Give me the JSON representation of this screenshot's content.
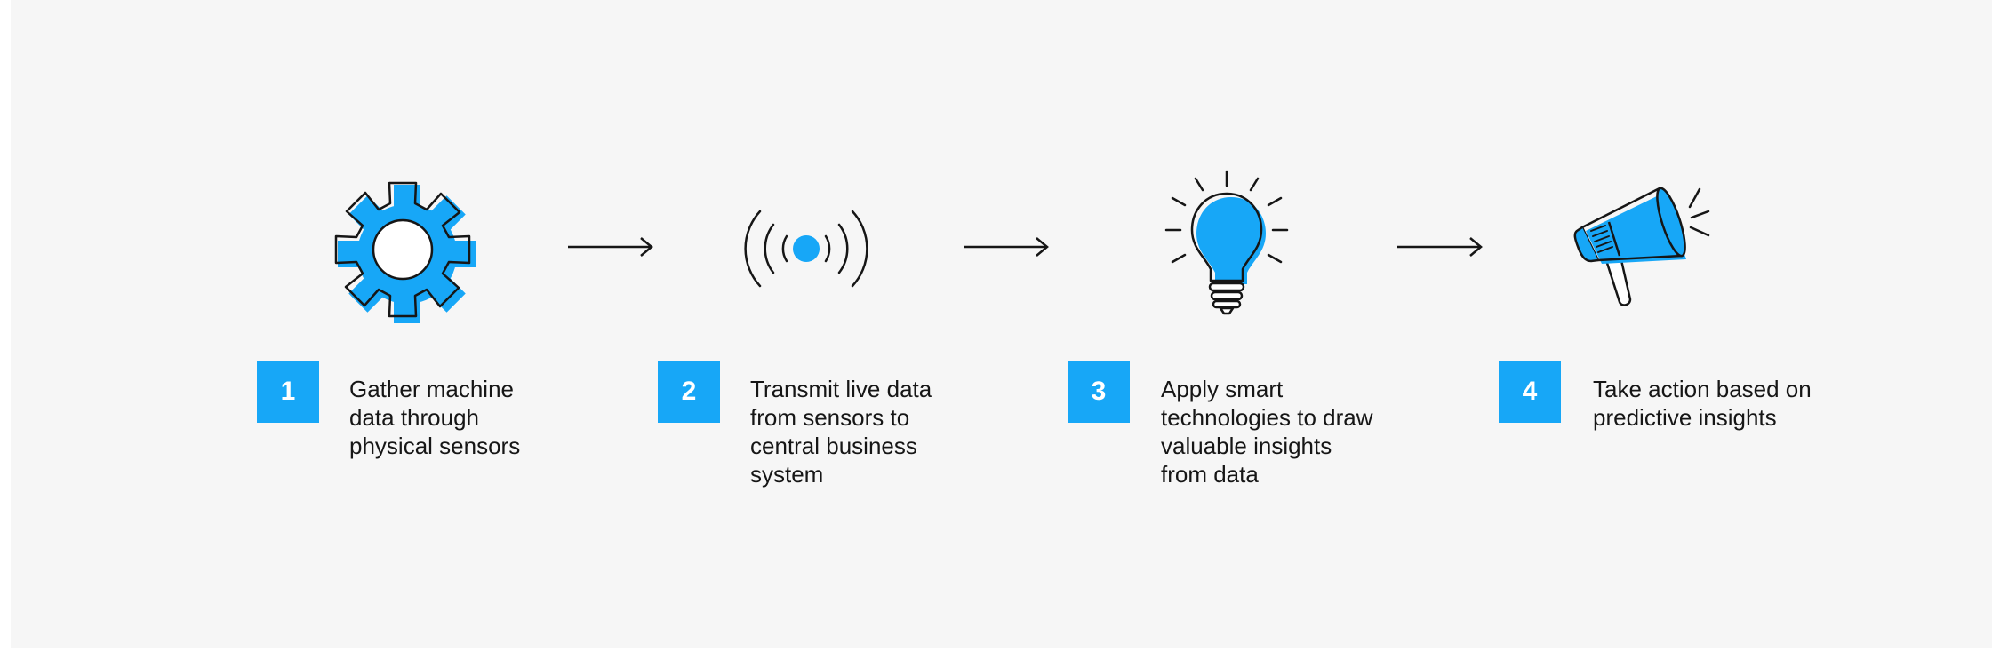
{
  "theme": {
    "accent": "#17a7f7",
    "stroke": "#161616",
    "background": "#f6f6f6"
  },
  "steps": [
    {
      "number": "1",
      "icon": "gear-icon",
      "text": "Gather machine\ndata through\nphysical sensors"
    },
    {
      "number": "2",
      "icon": "signal-broadcast-icon",
      "text": "Transmit live data\nfrom sensors to\ncentral business\nsystem"
    },
    {
      "number": "3",
      "icon": "lightbulb-icon",
      "text": "Apply smart\ntechnologies to draw\nvaluable insights\nfrom data"
    },
    {
      "number": "4",
      "icon": "megaphone-icon",
      "text": "Take action based on\npredictive insights"
    }
  ]
}
